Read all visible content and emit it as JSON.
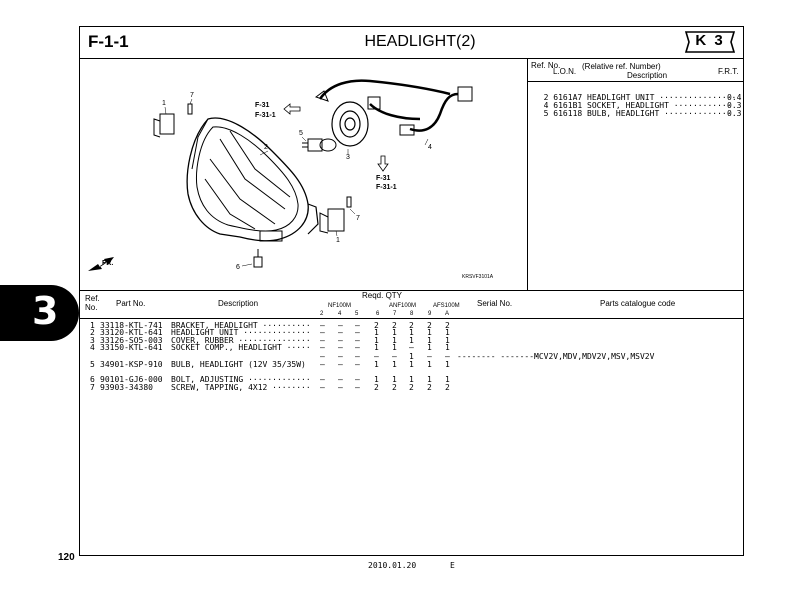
{
  "page": {
    "figure_id": "F-1-1",
    "title": "HEADLIGHT(2)",
    "badge": "K 3",
    "section_tab": "3",
    "page_number": "120",
    "footer_date": "2010.01.20",
    "footer_code": "E"
  },
  "diagram": {
    "callouts": [
      "1",
      "7",
      "2",
      "5",
      "3",
      "4",
      "7",
      "1",
      "6"
    ],
    "refs": {
      "top_left_a": "F-31",
      "top_left_b": "F-31-1",
      "mid_a": "F-31",
      "mid_b": "F-31-1"
    },
    "front_label": "FR.",
    "drawing_code": "KRSVF3101A"
  },
  "ref_table": {
    "headers": {
      "ref_no": "Ref. No.",
      "lon": "L.O.N.",
      "relative": "(Relative ref. Number)",
      "description": "Description",
      "frt": "F.R.T."
    },
    "rows": [
      {
        "ref": "2",
        "lon": "6161A7",
        "desc": "HEADLIGHT UNIT ················",
        "frt": "0.4"
      },
      {
        "ref": "4",
        "lon": "6161B1",
        "desc": "SOCKET, HEADLIGHT ············",
        "frt": "0.3"
      },
      {
        "ref": "5",
        "lon": "616118",
        "desc": "BULB, HEADLIGHT ··············",
        "frt": "0.3"
      }
    ]
  },
  "parts_table": {
    "headers": {
      "ref_no": "Ref. No.",
      "part_no": "Part No.",
      "description": "Description",
      "reqd_qty": "Reqd. QTY",
      "group1": "NF100M",
      "group2": "ANF100M",
      "group3": "AFS100M",
      "cols": [
        "2",
        "4",
        "5",
        "6",
        "7",
        "8",
        "9",
        "A"
      ],
      "serial_no": "Serial No.",
      "catalogue": "Parts catalogue code"
    },
    "rows": [
      {
        "ref": "1",
        "part": "33118-KTL-741",
        "desc": "BRACKET, HEADLIGHT ··········",
        "qty": [
          "–",
          "–",
          "–",
          "2",
          "2",
          "2",
          "2",
          "2"
        ],
        "serial": "",
        "catalogue": ""
      },
      {
        "ref": "2",
        "part": "33120-KTL-641",
        "desc": "HEADLIGHT UNIT ··············",
        "qty": [
          "–",
          "–",
          "–",
          "1",
          "1",
          "1",
          "1",
          "1"
        ],
        "serial": "",
        "catalogue": ""
      },
      {
        "ref": "3",
        "part": "33126-SO5-003",
        "desc": "COVER, RUBBER ···············",
        "qty": [
          "–",
          "–",
          "–",
          "1",
          "1",
          "1",
          "1",
          "1"
        ],
        "serial": "",
        "catalogue": ""
      },
      {
        "ref": "4",
        "part": "33150-KTL-641",
        "desc": "SOCKET COMP., HEADLIGHT ·····",
        "qty": [
          "–",
          "–",
          "–",
          "1",
          "1",
          "–",
          "1",
          "1"
        ],
        "serial": "",
        "catalogue": ""
      },
      {
        "ref": "",
        "part": "",
        "desc": "",
        "qty": [
          "–",
          "–",
          "–",
          "–",
          "–",
          "1",
          "–",
          "–"
        ],
        "serial": "-------- --------",
        "catalogue": "MCV2V,MDV,MDV2V,MSV,MSV2V"
      },
      {
        "ref": "5",
        "part": "34901-KSP-910",
        "desc": "BULB, HEADLIGHT (12V 35/35W)",
        "qty": [
          "–",
          "–",
          "–",
          "1",
          "1",
          "1",
          "1",
          "1"
        ],
        "serial": "",
        "catalogue": ""
      },
      {
        "ref": "6",
        "part": "90101-GJ6-000",
        "desc": "BOLT, ADJUSTING ·············",
        "qty": [
          "–",
          "–",
          "–",
          "1",
          "1",
          "1",
          "1",
          "1"
        ],
        "serial": "",
        "catalogue": ""
      },
      {
        "ref": "7",
        "part": "93903-34380",
        "desc": "SCREW, TAPPING, 4X12 ········",
        "qty": [
          "–",
          "–",
          "–",
          "2",
          "2",
          "2",
          "2",
          "2"
        ],
        "serial": "",
        "catalogue": ""
      }
    ]
  }
}
